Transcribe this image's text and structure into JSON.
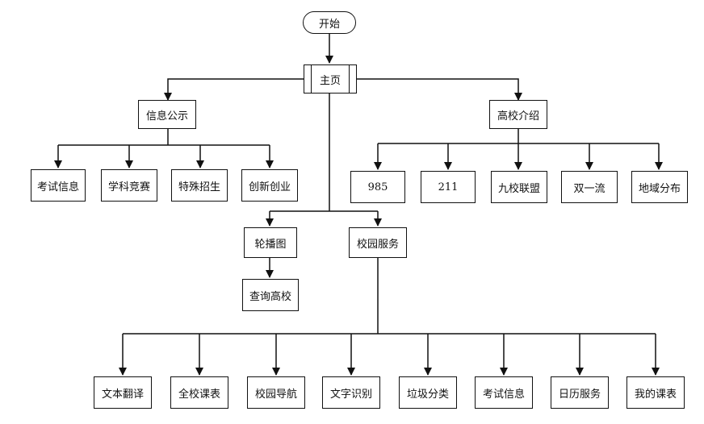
{
  "nodes": {
    "start": "开始",
    "home": "主页",
    "info": "信息公示",
    "exam_info": "考试信息",
    "competition": "学科竞赛",
    "special": "特殊招生",
    "innovation": "创新创业",
    "intro": "高校介绍",
    "n985": "985",
    "n211": "211",
    "c9": "九校联盟",
    "double": "双一流",
    "region": "地域分布",
    "carousel": "轮播图",
    "query": "查询高校",
    "campus": "校园服务",
    "translate": "文本翻译",
    "schedule": "全校课表",
    "nav": "校园导航",
    "ocr": "文字识别",
    "garbage": "垃圾分类",
    "exam2": "考试信息",
    "calendar": "日历服务",
    "mycourse": "我的课表"
  }
}
